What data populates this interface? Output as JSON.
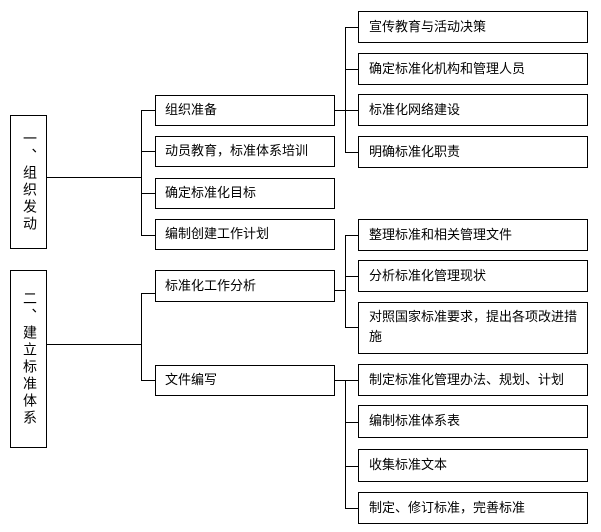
{
  "sections": [
    {
      "label": "一、组织发动",
      "items": [
        {
          "label": "组织准备",
          "children": [
            "宣传教育与活动决策",
            "确定标准化机构和管理人员",
            "标准化网络建设",
            "明确标准化职责"
          ]
        },
        {
          "label": "动员教育，标准体系培训",
          "children": []
        },
        {
          "label": "确定标准化目标",
          "children": []
        },
        {
          "label": "编制创建工作计划",
          "children": []
        }
      ]
    },
    {
      "label": "二、建立标准体系",
      "items": [
        {
          "label": "标准化工作分析",
          "children": [
            "整理标准和相关管理文件",
            "分析标准化管理现状",
            "对照国家标准要求，提出各项改进措施"
          ]
        },
        {
          "label": "文件编写",
          "children": [
            "制定标准化管理办法、规划、计划",
            "编制标准体系表",
            "收集标准文本",
            "制定、修订标准，完善标准"
          ]
        }
      ]
    }
  ]
}
